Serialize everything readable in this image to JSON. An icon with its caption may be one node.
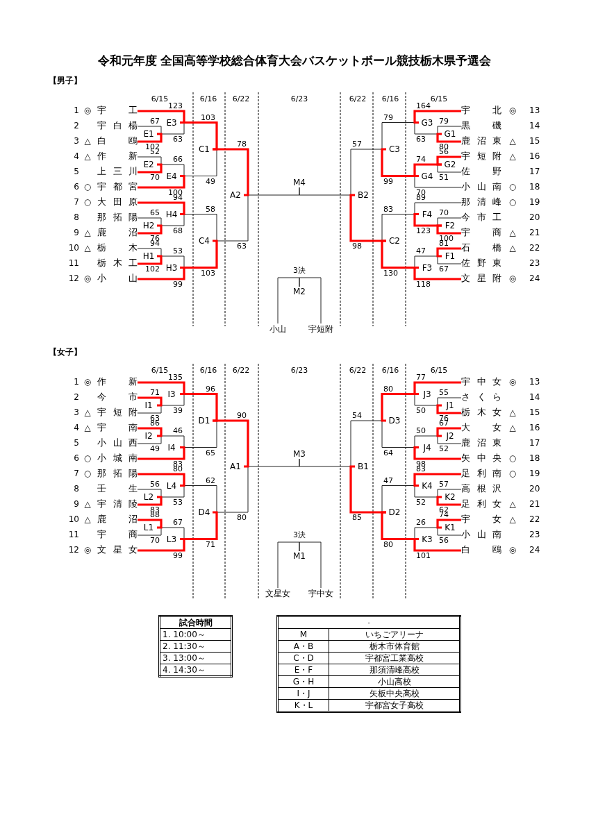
{
  "diagram": {
    "title": "令和元年度 全国高等学校総合体育大会バスケットボール競技栃木県予選会",
    "nodes": [
      {
        "text": [
          "宇工"
        ],
        "beside": [
          "1",
          "◎"
        ]
      },
      {
        "text": [
          "宇白楊"
        ],
        "beside": [
          "2"
        ]
      },
      {
        "text": [
          "白鴎"
        ],
        "beside": [
          "3",
          "△"
        ]
      },
      {
        "text": [
          "作新"
        ],
        "beside": [
          "4",
          "△"
        ]
      },
      {
        "text": [
          "上三川"
        ],
        "beside": [
          "5"
        ]
      },
      {
        "text": [
          "宇都宮"
        ],
        "beside": [
          "6",
          "○"
        ]
      },
      {
        "text": [
          "大田原"
        ],
        "beside": [
          "7",
          "○"
        ]
      },
      {
        "text": [
          "那拓陽"
        ],
        "beside": [
          "8"
        ]
      },
      {
        "text": [
          "鹿沼"
        ],
        "beside": [
          "9",
          "△"
        ]
      },
      {
        "text": [
          "栃木"
        ],
        "beside": [
          "10",
          "△"
        ]
      },
      {
        "text": [
          "栃木工"
        ],
        "beside": [
          "11"
        ]
      },
      {
        "text": [
          "小山"
        ],
        "beside": [
          "12",
          "◎"
        ]
      },
      {
        "text": [
          "宇北"
        ],
        "beside": [
          "13",
          "◎"
        ]
      },
      {
        "text": [
          "黒磯"
        ],
        "beside": [
          "14"
        ]
      },
      {
        "text": [
          "鹿沼東"
        ],
        "beside": [
          "15",
          "△"
        ]
      },
      {
        "text": [
          "宇短附"
        ],
        "beside": [
          "16",
          "△"
        ]
      },
      {
        "text": [
          "佐野"
        ],
        "beside": [
          "17"
        ]
      },
      {
        "text": [
          "小山南"
        ],
        "beside": [
          "18",
          "○"
        ]
      },
      {
        "text": [
          "那清峰"
        ],
        "beside": [
          "19",
          "○"
        ]
      },
      {
        "text": [
          "今市工"
        ],
        "beside": [
          "20"
        ]
      },
      {
        "text": [
          "宇商"
        ],
        "beside": [
          "21",
          "△"
        ]
      },
      {
        "text": [
          "石橋"
        ],
        "beside": [
          "22",
          "△"
        ]
      },
      {
        "text": [
          "佐野東"
        ],
        "beside": [
          "23"
        ]
      },
      {
        "text": [
          "文星附"
        ],
        "beside": [
          "24",
          "◎"
        ]
      },
      {
        "text": [
          "E1"
        ]
      },
      {
        "text": [
          "E2"
        ]
      },
      {
        "text": [
          "E3"
        ]
      },
      {
        "text": [
          "E4"
        ]
      },
      {
        "text": [
          "H2"
        ]
      },
      {
        "text": [
          "H1"
        ]
      },
      {
        "text": [
          "H4"
        ]
      },
      {
        "text": [
          "H3"
        ]
      },
      {
        "text": [
          "C1"
        ]
      },
      {
        "text": [
          "C4"
        ]
      },
      {
        "text": [
          "A2"
        ]
      },
      {
        "text": [
          "G1"
        ]
      },
      {
        "text": [
          "G2"
        ]
      },
      {
        "text": [
          "G3"
        ]
      },
      {
        "text": [
          "G4"
        ]
      },
      {
        "text": [
          "F2"
        ]
      },
      {
        "text": [
          "F1"
        ]
      },
      {
        "text": [
          "F4"
        ]
      },
      {
        "text": [
          "F3"
        ]
      },
      {
        "text": [
          "C3"
        ]
      },
      {
        "text": [
          "C2"
        ]
      },
      {
        "text": [
          "B2"
        ]
      },
      {
        "text": [
          "M4"
        ]
      },
      {
        "text": [
          "M2"
        ],
        "beside": [
          "3決"
        ]
      },
      {
        "text": [
          "小山"
        ]
      },
      {
        "text": [
          "宇短附"
        ]
      },
      {
        "text": [
          "作新"
        ],
        "beside": [
          "1",
          "◎"
        ]
      },
      {
        "text": [
          "今市"
        ],
        "beside": [
          "2"
        ]
      },
      {
        "text": [
          "宇短附"
        ],
        "beside": [
          "3",
          "△"
        ]
      },
      {
        "text": [
          "宇南"
        ],
        "beside": [
          "4",
          "△"
        ]
      },
      {
        "text": [
          "小山西"
        ],
        "beside": [
          "5"
        ]
      },
      {
        "text": [
          "小城南"
        ],
        "beside": [
          "6",
          "○"
        ]
      },
      {
        "text": [
          "那拓陽"
        ],
        "beside": [
          "7",
          "○"
        ]
      },
      {
        "text": [
          "壬生"
        ],
        "beside": [
          "8"
        ]
      },
      {
        "text": [
          "宇清陵"
        ],
        "beside": [
          "9",
          "△"
        ]
      },
      {
        "text": [
          "鹿沼"
        ],
        "beside": [
          "10",
          "△"
        ]
      },
      {
        "text": [
          "宇商"
        ],
        "beside": [
          "11"
        ]
      },
      {
        "text": [
          "文星女"
        ],
        "beside": [
          "12",
          "◎"
        ]
      },
      {
        "text": [
          "宇中女"
        ],
        "beside": [
          "13",
          "◎"
        ]
      },
      {
        "text": [
          "さくら"
        ],
        "beside": [
          "14"
        ]
      },
      {
        "text": [
          "栃木女"
        ],
        "beside": [
          "15",
          "△"
        ]
      },
      {
        "text": [
          "大女"
        ],
        "beside": [
          "16",
          "△"
        ]
      },
      {
        "text": [
          "鹿沼東"
        ],
        "beside": [
          "17"
        ]
      },
      {
        "text": [
          "矢中央"
        ],
        "beside": [
          "18",
          "○"
        ]
      },
      {
        "text": [
          "足利南"
        ],
        "beside": [
          "19",
          "○"
        ]
      },
      {
        "text": [
          "高根沢"
        ],
        "beside": [
          "20"
        ]
      },
      {
        "text": [
          "足利女"
        ],
        "beside": [
          "21",
          "△"
        ]
      },
      {
        "text": [
          "宇女"
        ],
        "beside": [
          "22",
          "△"
        ]
      },
      {
        "text": [
          "小山南"
        ],
        "beside": [
          "23"
        ]
      },
      {
        "text": [
          "白鴎"
        ],
        "beside": [
          "24",
          "◎"
        ]
      },
      {
        "text": [
          "I1"
        ]
      },
      {
        "text": [
          "I2"
        ]
      },
      {
        "text": [
          "I3"
        ]
      },
      {
        "text": [
          "I4"
        ]
      },
      {
        "text": [
          "L2"
        ]
      },
      {
        "text": [
          "L1"
        ]
      },
      {
        "text": [
          "L4"
        ]
      },
      {
        "text": [
          "L3"
        ]
      },
      {
        "text": [
          "D1"
        ]
      },
      {
        "text": [
          "D4"
        ]
      },
      {
        "text": [
          "A1"
        ]
      },
      {
        "text": [
          "J1"
        ]
      },
      {
        "text": [
          "J2"
        ]
      },
      {
        "text": [
          "J3"
        ]
      },
      {
        "text": [
          "J4"
        ]
      },
      {
        "text": [
          "K2"
        ]
      },
      {
        "text": [
          "K1"
        ]
      },
      {
        "text": [
          "K4"
        ]
      },
      {
        "text": [
          "K3"
        ]
      },
      {
        "text": [
          "D3"
        ]
      },
      {
        "text": [
          "D2"
        ]
      },
      {
        "text": [
          "B1"
        ]
      },
      {
        "text": [
          "M3"
        ]
      },
      {
        "text": [
          "M1"
        ],
        "beside": [
          "3決"
        ]
      },
      {
        "text": [
          "文星女"
        ]
      },
      {
        "text": [
          "宇中女"
        ]
      }
    ],
    "edges": [
      {
        "from": 1,
        "to": 24,
        "label": "67",
        "arrow": "none"
      },
      {
        "from": 2,
        "to": 24,
        "label": "102",
        "arrow": "none",
        "style": "thick",
        "color": "#ff0000"
      },
      {
        "from": 3,
        "to": 25,
        "label": "52",
        "arrow": "none"
      },
      {
        "from": 4,
        "to": 25,
        "label": "70",
        "arrow": "none",
        "style": "thick",
        "color": "#ff0000"
      },
      {
        "from": 0,
        "to": 26,
        "label": "123",
        "arrow": "none",
        "style": "thick",
        "color": "#ff0000"
      },
      {
        "from": 24,
        "to": 26,
        "label": "63",
        "arrow": "none"
      },
      {
        "from": 25,
        "to": 27,
        "label": "66",
        "arrow": "none"
      },
      {
        "from": 5,
        "to": 27,
        "label": "100",
        "arrow": "none",
        "style": "thick",
        "color": "#ff0000"
      },
      {
        "from": 7,
        "to": 28,
        "label": "65",
        "arrow": "none"
      },
      {
        "from": 8,
        "to": 28,
        "label": "76",
        "arrow": "none",
        "style": "thick",
        "color": "#ff0000"
      },
      {
        "from": 9,
        "to": 29,
        "label": "94",
        "arrow": "none"
      },
      {
        "from": 10,
        "to": 29,
        "label": "102",
        "arrow": "none",
        "style": "thick",
        "color": "#ff0000"
      },
      {
        "from": 6,
        "to": 30,
        "label": "94",
        "arrow": "none",
        "style": "thick",
        "color": "#ff0000"
      },
      {
        "from": 28,
        "to": 30,
        "label": "68",
        "arrow": "none"
      },
      {
        "from": 29,
        "to": 31,
        "label": "53",
        "arrow": "none"
      },
      {
        "from": 11,
        "to": 31,
        "label": "99",
        "arrow": "none",
        "style": "thick",
        "color": "#ff0000"
      },
      {
        "from": 26,
        "to": 32,
        "label": "103",
        "arrow": "none",
        "style": "thick",
        "color": "#ff0000"
      },
      {
        "from": 27,
        "to": 32,
        "label": "49",
        "arrow": "none"
      },
      {
        "from": 30,
        "to": 33,
        "label": "58",
        "arrow": "none"
      },
      {
        "from": 31,
        "to": 33,
        "label": "103",
        "arrow": "none",
        "style": "thick",
        "color": "#ff0000"
      },
      {
        "from": 32,
        "to": 34,
        "label": "78",
        "arrow": "none",
        "style": "thick",
        "color": "#ff0000"
      },
      {
        "from": 33,
        "to": 34,
        "label": "63",
        "arrow": "none"
      },
      {
        "from": 13,
        "to": 35,
        "label": "79",
        "arrow": "none"
      },
      {
        "from": 14,
        "to": 35,
        "label": "80",
        "arrow": "none",
        "style": "thick",
        "color": "#ff0000"
      },
      {
        "from": 15,
        "to": 36,
        "label": "56",
        "arrow": "none",
        "style": "thick",
        "color": "#ff0000"
      },
      {
        "from": 16,
        "to": 36,
        "label": "51",
        "arrow": "none"
      },
      {
        "from": 12,
        "to": 37,
        "label": "164",
        "arrow": "none",
        "style": "thick",
        "color": "#ff0000"
      },
      {
        "from": 35,
        "to": 37,
        "label": "63",
        "arrow": "none"
      },
      {
        "from": 36,
        "to": 38,
        "label": "74",
        "arrow": "none",
        "style": "thick",
        "color": "#ff0000"
      },
      {
        "from": 17,
        "to": 38,
        "label": "70",
        "arrow": "none"
      },
      {
        "from": 19,
        "to": 39,
        "label": "70",
        "arrow": "none"
      },
      {
        "from": 20,
        "to": 39,
        "label": "100",
        "arrow": "none",
        "style": "thick",
        "color": "#ff0000"
      },
      {
        "from": 21,
        "to": 40,
        "label": "81",
        "arrow": "none",
        "style": "thick",
        "color": "#ff0000"
      },
      {
        "from": 22,
        "to": 40,
        "label": "67",
        "arrow": "none"
      },
      {
        "from": 18,
        "to": 41,
        "label": "89",
        "arrow": "none"
      },
      {
        "from": 39,
        "to": 41,
        "label": "123",
        "arrow": "none",
        "style": "thick",
        "color": "#ff0000"
      },
      {
        "from": 40,
        "to": 42,
        "label": "47",
        "arrow": "none"
      },
      {
        "from": 23,
        "to": 42,
        "label": "118",
        "arrow": "none",
        "style": "thick",
        "color": "#ff0000"
      },
      {
        "from": 37,
        "to": 43,
        "label": "79",
        "arrow": "none"
      },
      {
        "from": 38,
        "to": 43,
        "label": "99",
        "arrow": "none",
        "style": "thick",
        "color": "#ff0000"
      },
      {
        "from": 41,
        "to": 44,
        "label": "83",
        "arrow": "none"
      },
      {
        "from": 42,
        "to": 44,
        "label": "130",
        "arrow": "none",
        "style": "thick",
        "color": "#ff0000"
      },
      {
        "from": 43,
        "to": 45,
        "label": "57",
        "arrow": "none"
      },
      {
        "from": 44,
        "to": 45,
        "label": "98",
        "arrow": "none",
        "style": "thick",
        "color": "#ff0000"
      },
      {
        "from": 34,
        "to": 46,
        "arrow": "none"
      },
      {
        "from": 45,
        "to": 46,
        "arrow": "none"
      },
      {
        "from": 48,
        "to": 47,
        "arrow": "none"
      },
      {
        "from": 49,
        "to": 47,
        "arrow": "none"
      },
      {
        "from": 51,
        "to": 74,
        "label": "71",
        "arrow": "none",
        "style": "thick",
        "color": "#ff0000"
      },
      {
        "from": 52,
        "to": 74,
        "label": "63",
        "arrow": "none"
      },
      {
        "from": 53,
        "to": 75,
        "label": "86",
        "arrow": "none",
        "style": "thick",
        "color": "#ff0000"
      },
      {
        "from": 54,
        "to": 75,
        "label": "49",
        "arrow": "none"
      },
      {
        "from": 50,
        "to": 76,
        "label": "135",
        "arrow": "none",
        "style": "thick",
        "color": "#ff0000"
      },
      {
        "from": 74,
        "to": 76,
        "label": "39",
        "arrow": "none"
      },
      {
        "from": 75,
        "to": 77,
        "label": "46",
        "arrow": "none"
      },
      {
        "from": 55,
        "to": 77,
        "label": "83",
        "arrow": "none",
        "style": "thick",
        "color": "#ff0000"
      },
      {
        "from": 57,
        "to": 78,
        "label": "56",
        "arrow": "none"
      },
      {
        "from": 58,
        "to": 78,
        "label": "83",
        "arrow": "none",
        "style": "thick",
        "color": "#ff0000"
      },
      {
        "from": 59,
        "to": 79,
        "label": "88",
        "arrow": "none",
        "style": "thick",
        "color": "#ff0000"
      },
      {
        "from": 60,
        "to": 79,
        "label": "70",
        "arrow": "none"
      },
      {
        "from": 56,
        "to": 80,
        "label": "80",
        "arrow": "none",
        "style": "thick",
        "color": "#ff0000"
      },
      {
        "from": 78,
        "to": 80,
        "label": "53",
        "arrow": "none"
      },
      {
        "from": 79,
        "to": 81,
        "label": "67",
        "arrow": "none"
      },
      {
        "from": 61,
        "to": 81,
        "label": "99",
        "arrow": "none",
        "style": "thick",
        "color": "#ff0000"
      },
      {
        "from": 76,
        "to": 82,
        "label": "96",
        "arrow": "none",
        "style": "thick",
        "color": "#ff0000"
      },
      {
        "from": 77,
        "to": 82,
        "label": "65",
        "arrow": "none"
      },
      {
        "from": 80,
        "to": 83,
        "label": "62",
        "arrow": "none"
      },
      {
        "from": 81,
        "to": 83,
        "label": "71",
        "arrow": "none",
        "style": "thick",
        "color": "#ff0000"
      },
      {
        "from": 82,
        "to": 84,
        "label": "90",
        "arrow": "none",
        "style": "thick",
        "color": "#ff0000"
      },
      {
        "from": 83,
        "to": 84,
        "label": "80",
        "arrow": "none"
      },
      {
        "from": 63,
        "to": 85,
        "label": "55",
        "arrow": "none"
      },
      {
        "from": 64,
        "to": 85,
        "label": "76",
        "arrow": "none",
        "style": "thick",
        "color": "#ff0000"
      },
      {
        "from": 65,
        "to": 86,
        "label": "67",
        "arrow": "none",
        "style": "thick",
        "color": "#ff0000"
      },
      {
        "from": 66,
        "to": 86,
        "label": "52",
        "arrow": "none"
      },
      {
        "from": 62,
        "to": 87,
        "label": "77",
        "arrow": "none",
        "style": "thick",
        "color": "#ff0000"
      },
      {
        "from": 85,
        "to": 87,
        "label": "50",
        "arrow": "none"
      },
      {
        "from": 86,
        "to": 88,
        "label": "50",
        "arrow": "none"
      },
      {
        "from": 67,
        "to": 88,
        "label": "98",
        "arrow": "none",
        "style": "thick",
        "color": "#ff0000"
      },
      {
        "from": 69,
        "to": 89,
        "label": "57",
        "arrow": "none"
      },
      {
        "from": 70,
        "to": 89,
        "label": "62",
        "arrow": "none",
        "style": "thick",
        "color": "#ff0000"
      },
      {
        "from": 71,
        "to": 90,
        "label": "74",
        "arrow": "none",
        "style": "thick",
        "color": "#ff0000"
      },
      {
        "from": 72,
        "to": 90,
        "label": "56",
        "arrow": "none"
      },
      {
        "from": 68,
        "to": 91,
        "label": "83",
        "arrow": "none",
        "style": "thick",
        "color": "#ff0000"
      },
      {
        "from": 89,
        "to": 91,
        "label": "52",
        "arrow": "none"
      },
      {
        "from": 90,
        "to": 92,
        "label": "26",
        "arrow": "none"
      },
      {
        "from": 73,
        "to": 92,
        "label": "101",
        "arrow": "none",
        "style": "thick",
        "color": "#ff0000"
      },
      {
        "from": 87,
        "to": 93,
        "label": "80",
        "arrow": "none",
        "style": "thick",
        "color": "#ff0000"
      },
      {
        "from": 88,
        "to": 93,
        "label": "64",
        "arrow": "none"
      },
      {
        "from": 91,
        "to": 94,
        "label": "47",
        "arrow": "none"
      },
      {
        "from": 92,
        "to": 94,
        "label": "80",
        "arrow": "none",
        "style": "thick",
        "color": "#ff0000"
      },
      {
        "from": 93,
        "to": 95,
        "label": "54",
        "arrow": "none"
      },
      {
        "from": 94,
        "to": 95,
        "label": "85",
        "arrow": "none",
        "style": "thick",
        "color": "#ff0000"
      },
      {
        "from": 84,
        "to": 96,
        "arrow": "none"
      },
      {
        "from": 95,
        "to": 96,
        "arrow": "none"
      },
      {
        "from": 98,
        "to": 97,
        "arrow": "none"
      },
      {
        "from": 99,
        "to": 97,
        "arrow": "none"
      }
    ],
    "labels": [
      "【男子】",
      "6/15",
      "6/16",
      "6/22",
      "6/23",
      "6/22",
      "6/16",
      "6/15",
      "【女子】",
      "6/15",
      "6/16",
      "6/22",
      "6/23",
      "6/22",
      "6/16",
      "6/15",
      "試合時間",
      "1. 10:00～",
      "2. 11:30～",
      "3. 13:00～",
      "4. 14:30～",
      "-",
      "M",
      "いちごアリーナ",
      "A・B",
      "栃木市体育館",
      "C・D",
      "宇都宮工業高校",
      "E・F",
      "那須清峰高校",
      "G・H",
      "小山高校",
      "I・J",
      "矢板中央高校",
      "K・L",
      "宇都宮女子高校"
    ]
  }
}
